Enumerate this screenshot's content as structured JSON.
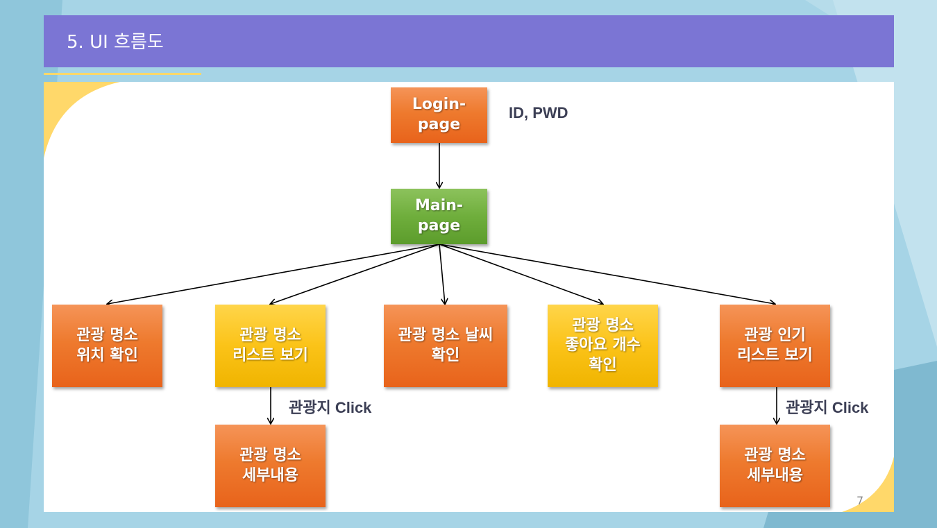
{
  "slide": {
    "title": "5. UI 흐름도",
    "page_number": "7"
  },
  "nodes": {
    "login": "Login-\npage",
    "main": "Main-\npage",
    "location": "관광 명소\n위치 확인",
    "list": "관광 명소\n리스트 보기",
    "weather": "관광 명소 날씨\n확인",
    "likes": "관광 명소\n좋아요 개수\n확인",
    "popular": "관광 인기\n리스트 보기",
    "detail_left": "관광 명소\n세부내용",
    "detail_right": "관광 명소\n세부내용"
  },
  "notes": {
    "login_fields": "ID, PWD",
    "click_left": "관광지 Click",
    "click_right": "관광지 Click"
  },
  "colors": {
    "header": "#7b75d4",
    "orange": "#ee7a2e",
    "green": "#6fae3c",
    "yellow": "#fbc318",
    "accent": "#ffd86a"
  }
}
